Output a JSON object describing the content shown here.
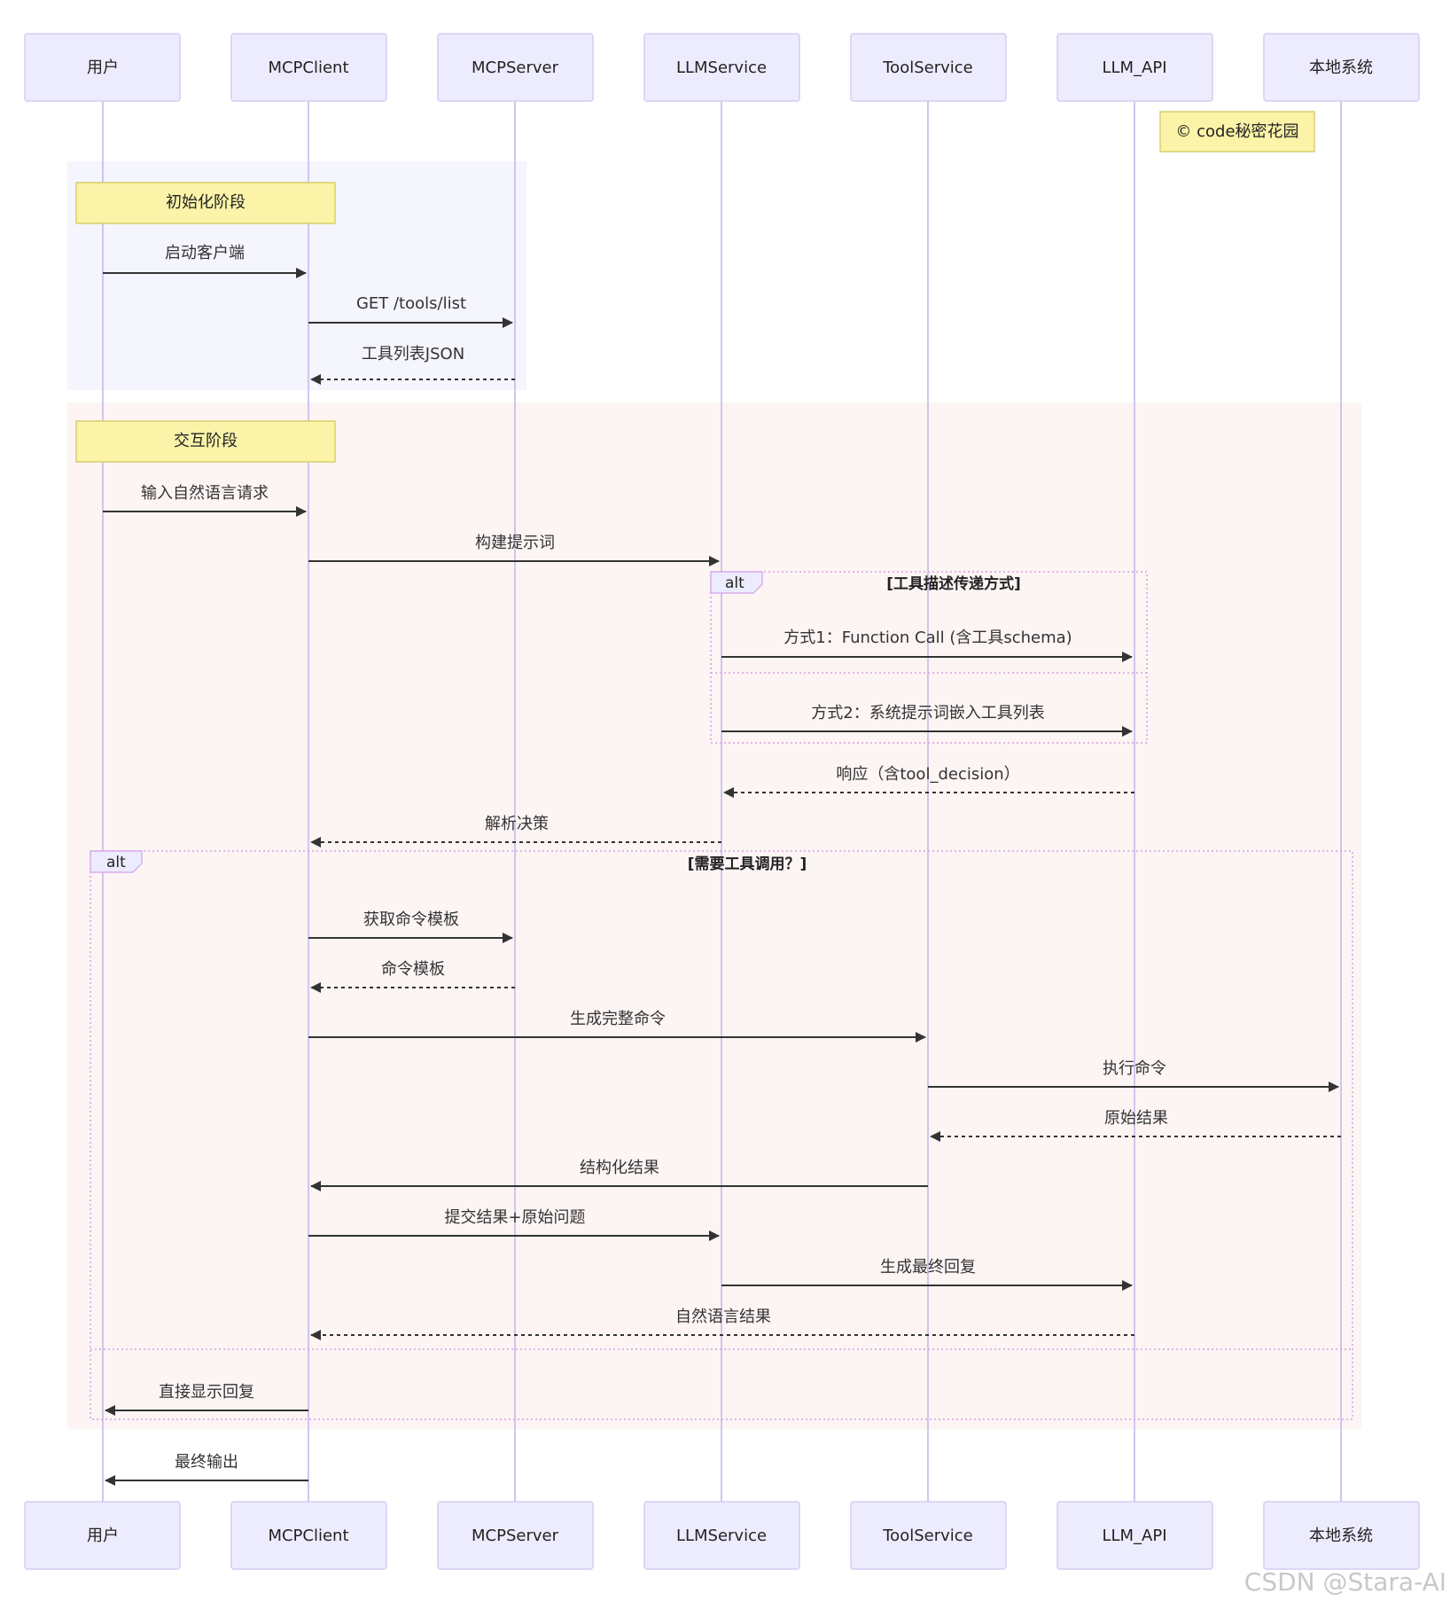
{
  "diagram": {
    "participants": [
      "用户",
      "MCPClient",
      "MCPServer",
      "LLMService",
      "ToolService",
      "LLM_API",
      "本地系统"
    ],
    "copyright_note": "© code秘密花园",
    "phases": [
      {
        "label": "初始化阶段",
        "background": "#f4f5fd"
      },
      {
        "label": "交互阶段",
        "background": "#fdf4f4"
      }
    ],
    "messages": [
      {
        "from": 0,
        "to": 1,
        "label": "启动客户端",
        "style": "solid"
      },
      {
        "from": 1,
        "to": 2,
        "label": "GET /tools/list",
        "style": "solid"
      },
      {
        "from": 2,
        "to": 1,
        "label": "工具列表JSON",
        "style": "dashed"
      },
      {
        "from": 0,
        "to": 1,
        "label": "输入自然语言请求",
        "style": "solid"
      },
      {
        "from": 1,
        "to": 3,
        "label": "构建提示词",
        "style": "solid"
      },
      {
        "from": 3,
        "to": 5,
        "label": "方式1：Function Call (含工具schema)",
        "style": "solid"
      },
      {
        "from": 3,
        "to": 5,
        "label": "方式2：系统提示词嵌入工具列表",
        "style": "solid"
      },
      {
        "from": 5,
        "to": 3,
        "label": "响应（含tool_decision）",
        "style": "dashed"
      },
      {
        "from": 3,
        "to": 1,
        "label": "解析决策",
        "style": "dashed"
      },
      {
        "from": 1,
        "to": 2,
        "label": "获取命令模板",
        "style": "solid"
      },
      {
        "from": 2,
        "to": 1,
        "label": "命令模板",
        "style": "dashed"
      },
      {
        "from": 1,
        "to": 4,
        "label": "生成完整命令",
        "style": "solid"
      },
      {
        "from": 4,
        "to": 6,
        "label": "执行命令",
        "style": "solid"
      },
      {
        "from": 6,
        "to": 4,
        "label": "原始结果",
        "style": "dashed"
      },
      {
        "from": 4,
        "to": 1,
        "label": "结构化结果",
        "style": "solid"
      },
      {
        "from": 1,
        "to": 3,
        "label": "提交结果+原始问题",
        "style": "solid"
      },
      {
        "from": 3,
        "to": 5,
        "label": "生成最终回复",
        "style": "solid"
      },
      {
        "from": 5,
        "to": 1,
        "label": "自然语言结果",
        "style": "dashed"
      },
      {
        "from": 1,
        "to": 0,
        "label": "直接显示回复",
        "style": "solid"
      },
      {
        "from": 1,
        "to": 0,
        "label": "最终输出",
        "style": "solid"
      }
    ],
    "alt_frames": [
      {
        "keyword": "alt",
        "condition": "[工具描述传递方式]"
      },
      {
        "keyword": "alt",
        "condition": "[需要工具调用？]"
      }
    ],
    "colors": {
      "actor_fill": "#ececfe",
      "lifeline": "#cfc6ee",
      "note_fill": "#fbf3a8",
      "frame_border": "#d4a0e6"
    }
  },
  "watermark": "CSDN @Stara-AI"
}
